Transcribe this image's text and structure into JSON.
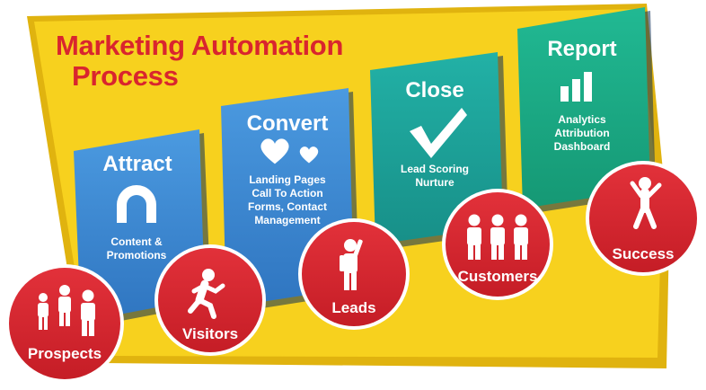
{
  "title": {
    "line1": "Marketing Automation",
    "line2": "Process"
  },
  "stages": [
    {
      "title": "Attract",
      "icon": "magnet-icon",
      "lines": [
        "Content &",
        "Promotions"
      ]
    },
    {
      "title": "Convert",
      "icon": "hearts-icon",
      "lines": [
        "Landing Pages",
        "Call To Action",
        "Forms, Contact",
        "Management"
      ]
    },
    {
      "title": "Close",
      "icon": "checkmark-icon",
      "lines": [
        "Lead Scoring",
        "Nurture"
      ]
    },
    {
      "title": "Report",
      "icon": "bar-chart-icon",
      "lines": [
        "Analytics",
        "Attribution",
        "Dashboard"
      ]
    }
  ],
  "milestones": [
    {
      "label": "Prospects",
      "icon": "three-people-icon"
    },
    {
      "label": "Visitors",
      "icon": "running-person-icon"
    },
    {
      "label": "Leads",
      "icon": "raised-hand-person-icon"
    },
    {
      "label": "Customers",
      "icon": "three-people-icon"
    },
    {
      "label": "Success",
      "icon": "cheering-person-icon"
    }
  ],
  "colors": {
    "yellow": "#f7d11e",
    "red": "#d9252e",
    "blue": "#3e8bd0",
    "teal": "#1fa39a",
    "green": "#1eaa86"
  }
}
